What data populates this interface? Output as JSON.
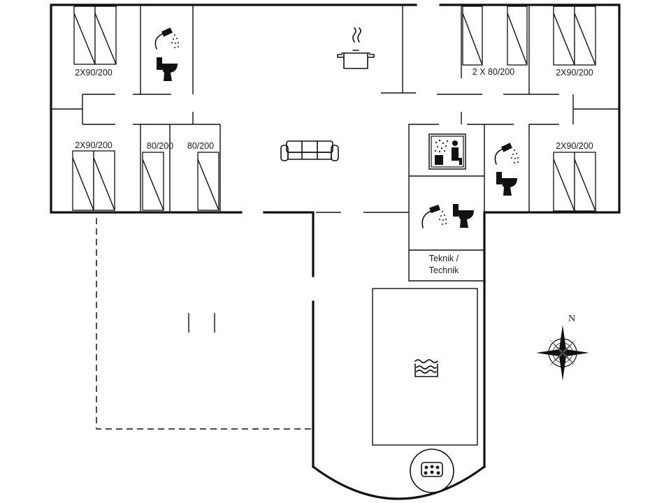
{
  "rooms": {
    "bed_nw_top": "2X90/200",
    "bed_nw_bottom": "2X90/200",
    "bed_single_left": "80/200",
    "bed_single_right": "80/200",
    "bed_ne_left": "2 X 80/200",
    "bed_ne_right": "2X90/200",
    "bed_e_bottom": "2X90/200",
    "technik_line1": "Teknik /",
    "technik_line2": "Technik"
  },
  "compass": {
    "north": "N"
  },
  "icons": [
    "shower-icon",
    "toilet-icon",
    "kitchen-pot-icon",
    "sofa-icon",
    "sauna-icon",
    "pool-icon",
    "whirlpool-icon",
    "compass-rose-icon"
  ]
}
